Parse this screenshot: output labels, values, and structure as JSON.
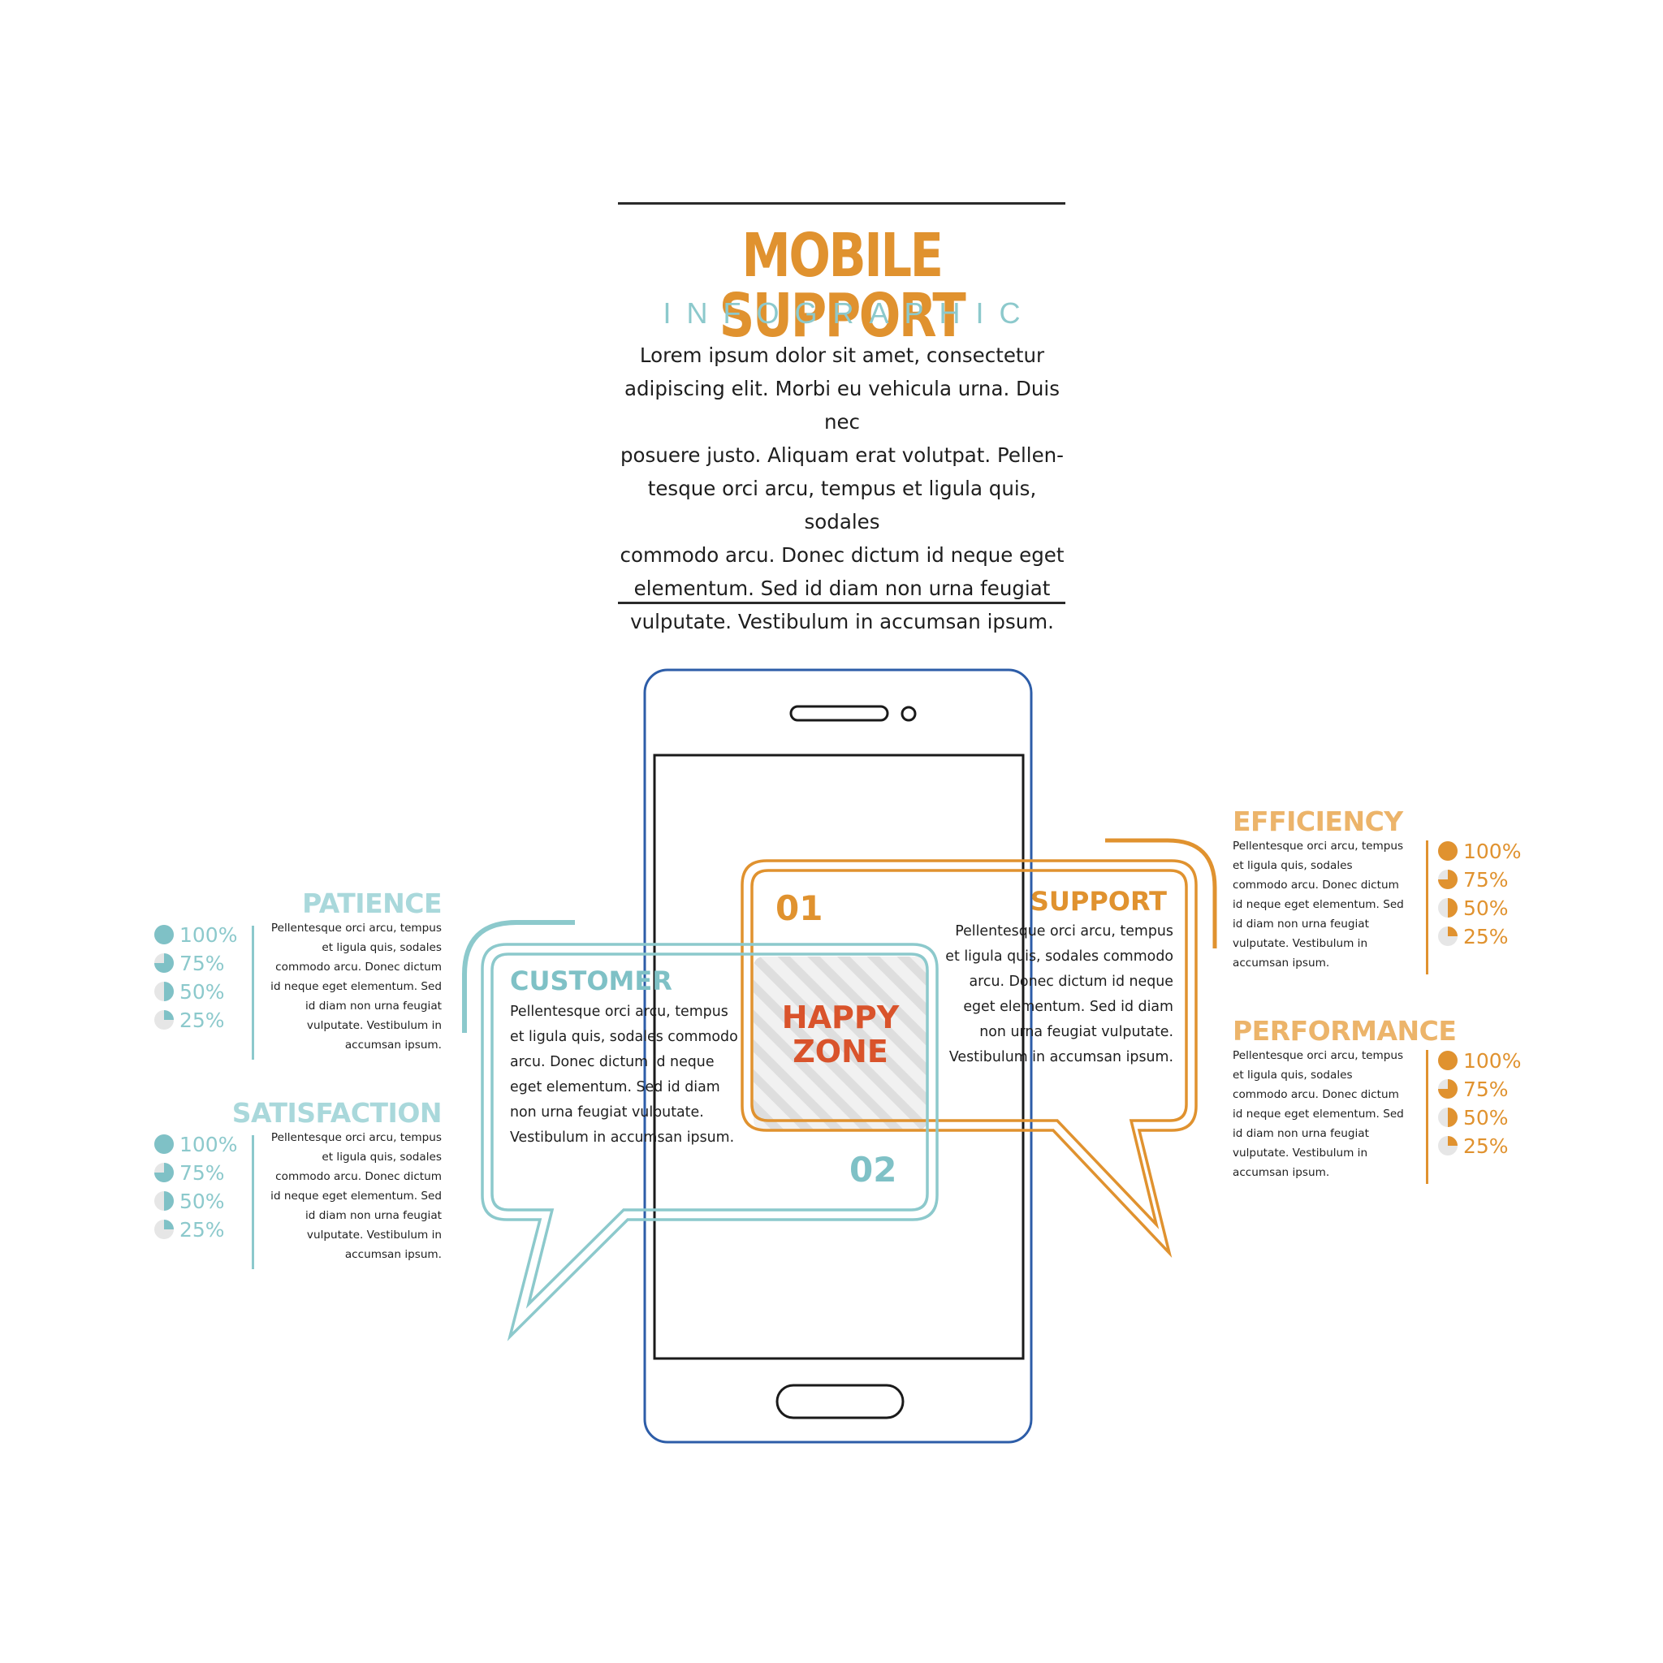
{
  "header": {
    "title": "MOBILE SUPPORT",
    "subtitle": "INFOGRAPHIC",
    "intro_lines": [
      "Lorem ipsum dolor sit amet, consectetur",
      "adipiscing elit. Morbi eu vehicula urna. Duis nec",
      "posuere justo. Aliquam erat volutpat. Pellen-",
      "tesque orci arcu, tempus et ligula quis, sodales",
      "commodo arcu. Donec dictum id neque eget",
      "elementum. Sed id diam non urna feugiat",
      "vulputate. Vestibulum in accumsan ipsum."
    ]
  },
  "colors": {
    "orange": "#e0922f",
    "orange_light": "#ecb46a",
    "teal": "#7fc1c6",
    "teal_light": "#a9d8db",
    "phone_outline": "#2d5da8",
    "happy_zone": "#d9532b",
    "pie_empty": "#e6e6e6"
  },
  "side_text_lines": [
    "Pellentesque orci arcu, tempus",
    "et ligula quis, sodales",
    "commodo arcu. Donec dictum",
    "id neque eget elementum. Sed",
    "id diam non urna feugiat",
    "vulputate. Vestibulum in",
    "accumsan ipsum."
  ],
  "left_blocks": [
    {
      "title": "PATIENCE",
      "levels": [
        "100%",
        "75%",
        "50%",
        "25%"
      ]
    },
    {
      "title": "SATISFACTION",
      "levels": [
        "100%",
        "75%",
        "50%",
        "25%"
      ]
    }
  ],
  "right_blocks": [
    {
      "title": "EFFICIENCY",
      "levels": [
        "100%",
        "75%",
        "50%",
        "25%"
      ]
    },
    {
      "title": "PERFORMANCE",
      "levels": [
        "100%",
        "75%",
        "50%",
        "25%"
      ]
    }
  ],
  "level_fractions": [
    1.0,
    0.75,
    0.5,
    0.25
  ],
  "support_bubble": {
    "number": "01",
    "title": "SUPPORT",
    "lines": [
      "Pellentesque orci arcu, tempus",
      "et ligula quis, sodales commodo",
      "arcu. Donec dictum id neque",
      "eget elementum. Sed id diam",
      "non urna feugiat vulputate.",
      "Vestibulum in accumsan ipsum."
    ]
  },
  "customer_bubble": {
    "number": "02",
    "title": "CUSTOMER",
    "lines": [
      "Pellentesque orci arcu, tempus",
      "et ligula quis, sodales commodo",
      "arcu. Donec dictum id neque",
      "eget elementum. Sed id diam",
      "non urna feugiat vulputate.",
      "Vestibulum in accumsan ipsum."
    ]
  },
  "happy_zone": {
    "line1": "HAPPY",
    "line2": "ZONE"
  }
}
